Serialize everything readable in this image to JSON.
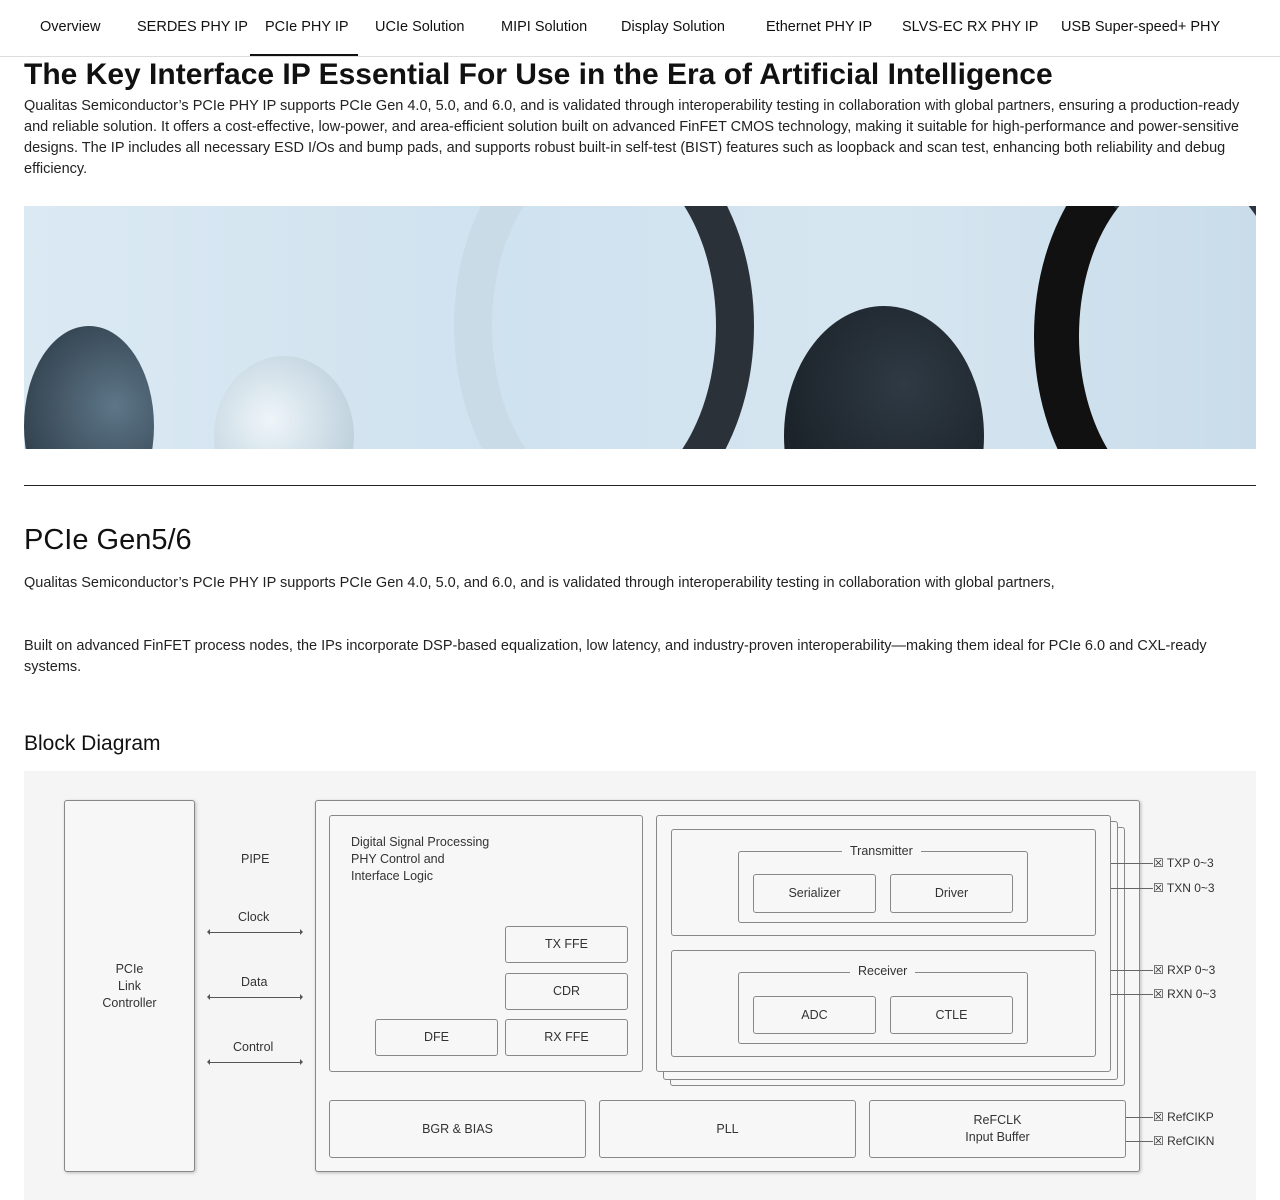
{
  "nav": {
    "items": [
      "Overview",
      "SERDES PHY IP",
      "PCIe PHY IP",
      "UCIe Solution",
      "MIPI Solution",
      "Display Solution",
      "Ethernet PHY IP",
      "SLVS-EC RX PHY IP",
      "USB Super-speed+ PHY"
    ],
    "active": "PCIe PHY IP"
  },
  "hero": {
    "title": "The Key Interface IP Essential For Use in the Era of Artificial Intelligence",
    "body": "Qualitas Semiconductor’s PCIe PHY IP supports PCIe Gen 4.0, 5.0, and 6.0, and is validated through interoperability testing in collaboration with global partners, ensuring a production-ready and reliable solution. It offers a cost-effective, low-power, and area-efficient solution built on advanced FinFET CMOS technology, making it suitable for high-performance and power-sensitive designs. The IP includes all necessary ESD I/Os and bump pads, and supports robust built-in self-test (BIST) features such as loopback and scan test, enhancing both reliability and debug efficiency."
  },
  "section": {
    "title": "PCIe Gen5/6",
    "p1": "Qualitas Semiconductor’s PCIe PHY IP supports PCIe Gen 4.0, 5.0, and 6.0, and is validated through interoperability testing in collaboration with global partners,",
    "p2": "Built on advanced FinFET process nodes, the IPs incorporate DSP-based equalization, low latency, and industry-proven interoperability—making them ideal for PCIe 6.0 and CXL-ready systems."
  },
  "diagram": {
    "title": "Block Diagram",
    "controller": "PCIe\nLink\nController",
    "pipe": "PIPE",
    "clock": "Clock",
    "data": "Data",
    "control": "Control",
    "dsp": "Digital Signal Processing\nPHY Control and\nInterface Logic",
    "tx_ffe": "TX FFE",
    "cdr": "CDR",
    "dfe": "DFE",
    "rx_ffe": "RX FFE",
    "transmitter": "Transmitter",
    "serializer": "Serializer",
    "driver": "Driver",
    "receiver": "Receiver",
    "adc": "ADC",
    "ctle": "CTLE",
    "bgr": "BGR & BIAS",
    "pll": "PLL",
    "refclk": "ReFCLK\nInput Buffer",
    "pins": [
      "TXP 0~3",
      "TXN 0~3",
      "RXP 0~3",
      "RXN 0~3",
      "RefCIKP",
      "RefCIKN"
    ]
  }
}
